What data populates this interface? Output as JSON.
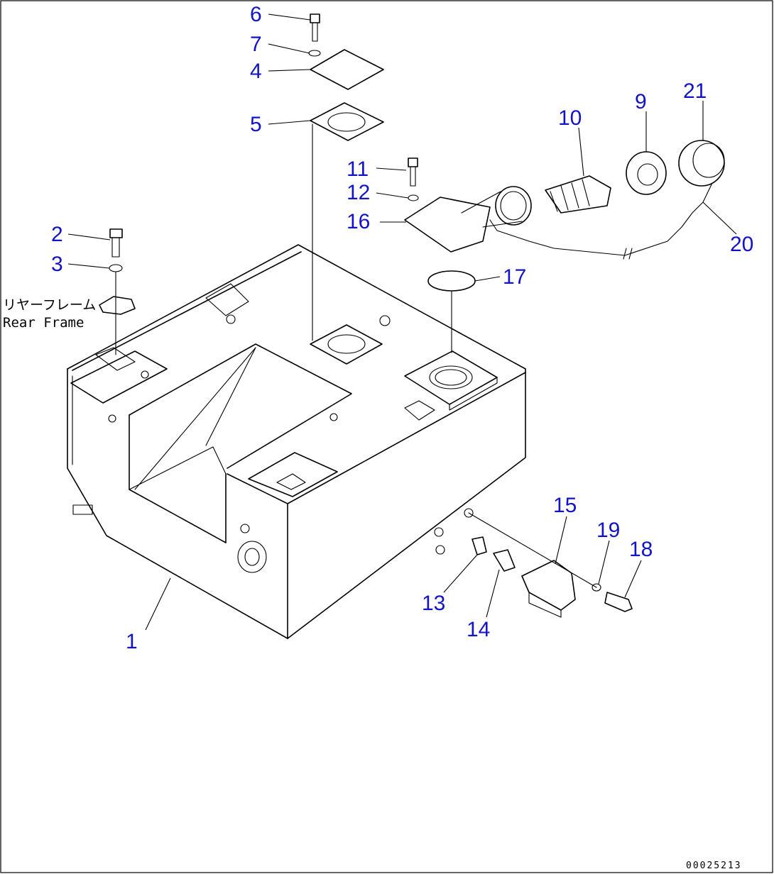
{
  "labels": {
    "l1": "1",
    "l2": "2",
    "l3": "3",
    "l4": "4",
    "l5": "5",
    "l6": "6",
    "l7": "7",
    "l9": "9",
    "l10": "10",
    "l11": "11",
    "l12": "12",
    "l13": "13",
    "l14": "14",
    "l15": "15",
    "l16": "16",
    "l17": "17",
    "l18": "18",
    "l19": "19",
    "l20": "20",
    "l21": "21"
  },
  "note": {
    "jp": "リヤーフレーム",
    "en": "Rear Frame"
  },
  "drawing_code": "00025213",
  "colors": {
    "label": "#1313c8",
    "line": "#000000",
    "background": "#ffffff"
  }
}
